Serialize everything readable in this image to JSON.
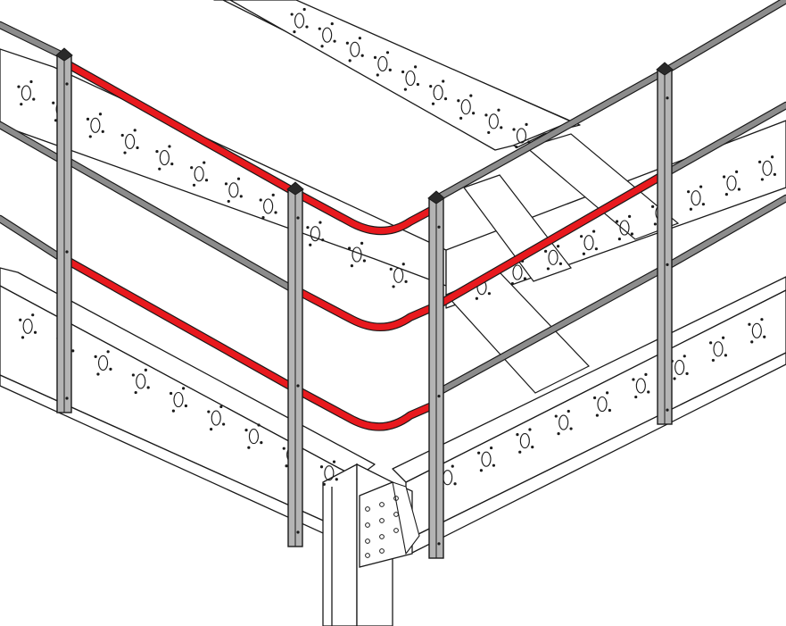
{
  "diagram": {
    "subject": "",
    "colors": {
      "background": "#ffffff",
      "outline": "#1a1a1a",
      "post_fill": "#b4b4b4",
      "handrail_gray": "#8c8c8c",
      "highlight_red": "#e8191e",
      "highlight_red_dark": "#6a0000",
      "cap_fill": "#2a2a2a",
      "perforation": "#1a1a1a"
    },
    "components": [
      {
        "id": "perforated-beam-upper-left",
        "icon": "perforated-c-channel"
      },
      {
        "id": "perforated-beam-upper-right",
        "icon": "perforated-c-channel"
      },
      {
        "id": "perforated-beam-lower-left",
        "icon": "perforated-c-channel"
      },
      {
        "id": "perforated-beam-lower-right",
        "icon": "perforated-c-channel"
      },
      {
        "id": "cross-joists",
        "icon": "flat-bar"
      },
      {
        "id": "guardrail-posts",
        "icon": "square-tube-post"
      },
      {
        "id": "gray-handrails",
        "icon": "round-tube-rail"
      },
      {
        "id": "highlighted-corner-rails",
        "icon": "bent-round-tube-rail"
      },
      {
        "id": "support-column",
        "icon": "steel-column"
      },
      {
        "id": "corner-gusset-plate",
        "icon": "bolted-connection-plate"
      }
    ]
  }
}
